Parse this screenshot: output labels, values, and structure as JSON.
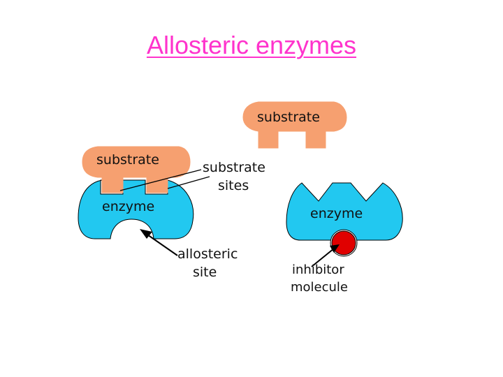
{
  "title": "Allosteric enzymes",
  "colors": {
    "title": "#ff33cc",
    "enzyme": "#22c8f0",
    "substrate": "#f6a070",
    "inhibitor": "#e00000",
    "outline": "#000000"
  },
  "left_diagram": {
    "substrate_label": "substrate",
    "enzyme_label": "enzyme",
    "substrate_sites_label": [
      "substrate",
      "sites"
    ],
    "allosteric_site_label": [
      "allosteric",
      "site"
    ]
  },
  "right_diagram": {
    "substrate_label": "substrate",
    "enzyme_label": "enzyme",
    "inhibitor_label": [
      "inhibitor",
      "molecule"
    ]
  }
}
